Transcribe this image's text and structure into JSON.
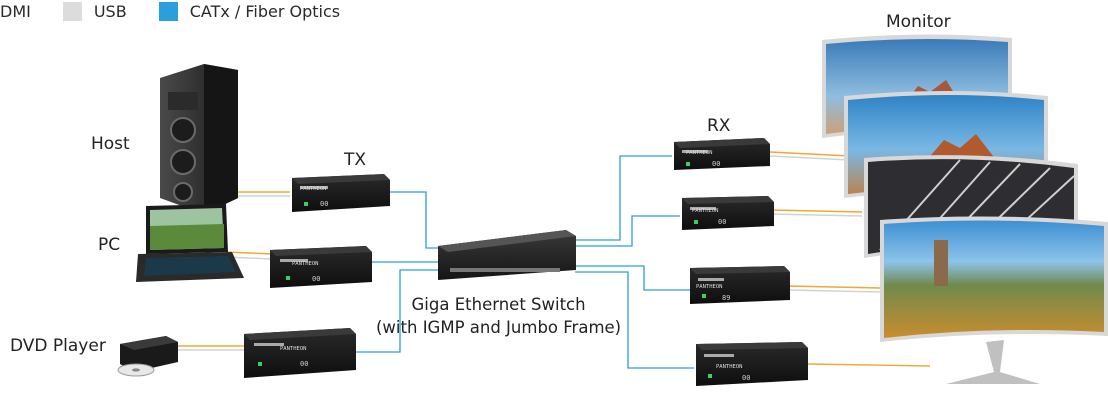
{
  "legend": {
    "hdmi_label": "DMI",
    "usb_label": "USB",
    "cat_label": "CATx / Fiber Optics",
    "colors": {
      "hdmi": "#f0a830",
      "usb": "#dcdcdc",
      "cat": "#2a9fdc"
    }
  },
  "labels": {
    "monitor": "Monitor",
    "host": "Host",
    "tx": "TX",
    "rx": "RX",
    "pc": "PC",
    "dvd_player": "DVD Player",
    "switch_line1": "Giga Ethernet Switch",
    "switch_line2": "(with IGMP and Jumbo Frame)"
  },
  "device_brand": "PANTHEON",
  "tx_displays": [
    "00",
    "00",
    "00"
  ],
  "rx_displays": [
    "00",
    "00",
    "89",
    "00"
  ]
}
